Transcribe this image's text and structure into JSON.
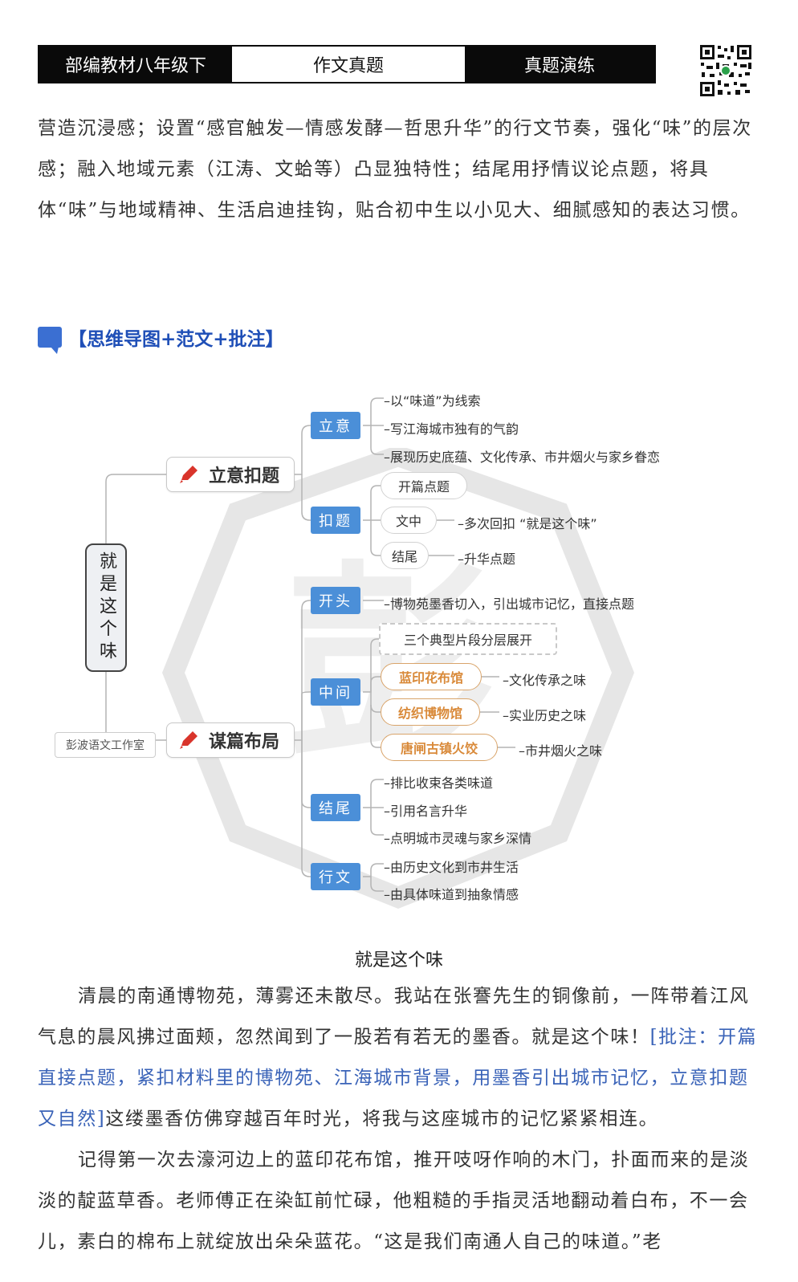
{
  "header": {
    "left": "部编教材八年级下",
    "middle": "作文真题",
    "right": "真题演练"
  },
  "intro": "营造沉浸感；设置“感官触发—情感发酵—哲思升华”的行文节奏，强化“味”的层次感；融入地域元素（江涛、文蛤等）凸显独特性；结尾用抒情议论点题，将具体“味”与地域精神、生活启迪挂钩，贴合初中生以小见大、细腻感知的表达习惯。",
  "section_title": "【思维导图+范文+批注】",
  "mindmap": {
    "root": "就是这个味",
    "studio": "彭波语文工作室",
    "branch1": {
      "label": "立意扣题",
      "liyi": {
        "label": "立意",
        "leaves": [
          "–以“味道”为线索",
          "–写江海城市独有的气韵",
          "–展现历史底蕴、文化传承、市井烟火与家乡眷恋"
        ]
      },
      "kouti": {
        "label": "扣题",
        "kaipian": "开篇点题",
        "wenzhong": "文中",
        "wenzhong_leaf": "–多次回扣  “就是这个味”",
        "jiewei": "结尾",
        "jiewei_leaf": "–升华点题"
      }
    },
    "branch2": {
      "label": "谋篇布局",
      "kaitou": {
        "label": "开头",
        "leaf": "–博物苑墨香切入，引出城市记忆，直接点题"
      },
      "zhongjian": {
        "label": "中间",
        "header": "三个典型片段分层展开",
        "items": [
          {
            "name": "蓝印花布馆",
            "leaf": "–文化传承之味"
          },
          {
            "name": "纺织博物馆",
            "leaf": "–实业历史之味"
          },
          {
            "name": "唐闸古镇火饺",
            "leaf": "–市井烟火之味"
          }
        ]
      },
      "jiewei": {
        "label": "结尾",
        "leaves": [
          "–排比收束各类味道",
          "–引用名言升华",
          "–点明城市灵魂与家乡深情"
        ]
      },
      "xingwen": {
        "label": "行文",
        "leaves": [
          "–由历史文化到市井生活",
          "–由具体味道到抽象情感"
        ]
      }
    }
  },
  "essay": {
    "title": "就是这个味",
    "p1_a": "清晨的南通博物苑，薄雾还未散尽。我站在张謇先生的铜像前，一阵带着江风气息的晨风拂过面颊，忽然闻到了一股若有若无的墨香。就是这个味！",
    "p1_note": "[批注：开篇直接点题，紧扣材料里的博物苑、江海城市背景，用墨香引出城市记忆，立意扣题又自然]",
    "p1_b": "这缕墨香仿佛穿越百年时光，将我与这座城市的记忆紧紧相连。",
    "p2": "记得第一次去濠河边上的蓝印花布馆，推开吱呀作响的木门，扑面而来的是淡淡的靛蓝草香。老师傅正在染缸前忙碌，他粗糙的手指灵活地翻动着白布，不一会儿，素白的棉布上就绽放出朵朵蓝花。“这是我们南通人自己的味道。”老"
  }
}
